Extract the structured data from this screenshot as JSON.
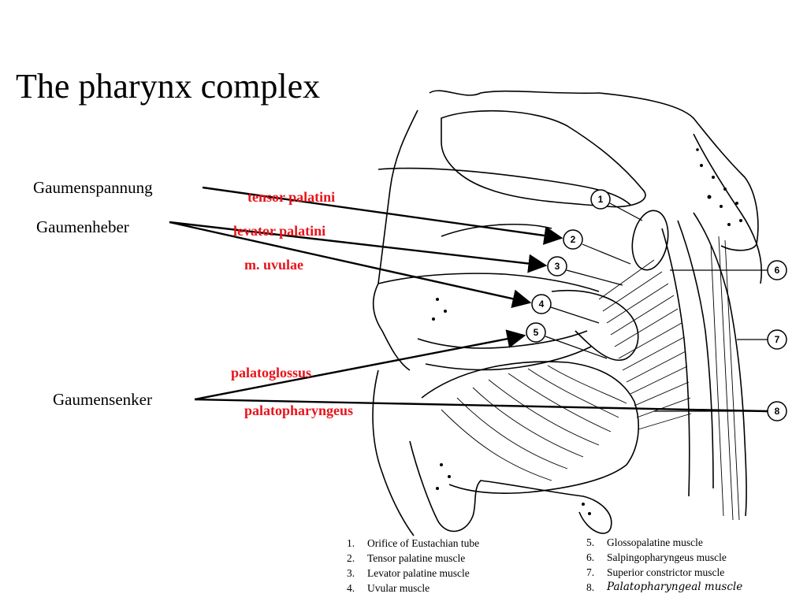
{
  "slide": {
    "title": "The pharynx complex"
  },
  "labels": {
    "gaumenspannung": "Gaumenspannung",
    "gaumenheber": "Gaumenheber",
    "gaumensenker": "Gaumensenker",
    "tensor": "tensor palatini",
    "levator": "levator palatini",
    "uvulae": "m. uvulae",
    "palatoglossus": "palatoglossus",
    "palatopharyngeus": "palatopharyngeus"
  },
  "markers": [
    "1",
    "2",
    "3",
    "4",
    "5",
    "6",
    "7",
    "8"
  ],
  "legend": {
    "left": [
      {
        "num": "1.",
        "text": "Orifice of Eustachian tube"
      },
      {
        "num": "2.",
        "text": "Tensor palatine muscle"
      },
      {
        "num": "3.",
        "text": "Levator palatine muscle"
      },
      {
        "num": "4.",
        "text": "Uvular muscle"
      }
    ],
    "right": [
      {
        "num": "5.",
        "text": "Glossopalatine muscle"
      },
      {
        "num": "6.",
        "text": "Salpingopharyngeus muscle"
      },
      {
        "num": "7.",
        "text": "Superior constrictor muscle"
      },
      {
        "num": "8.",
        "text": "Palatopharyngeal muscle"
      }
    ]
  },
  "colors": {
    "accent_red": "#e8141b",
    "line": "#000000"
  }
}
